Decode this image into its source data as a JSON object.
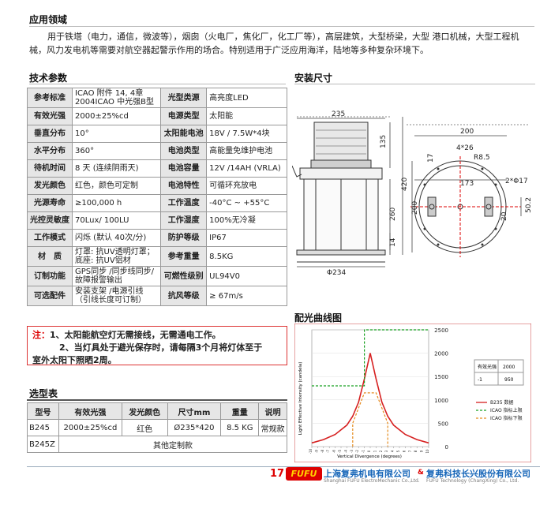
{
  "application": {
    "title": "应用领域",
    "line1": "用于铁塔（电力，通信，微波等），烟囱（火电厂，焦化厂，化工厂等），高层建筑，大型桥梁，大型 港口机械，大型工程机",
    "line2": "械，风力发电机等需要对航空器起警示作用的场合。特别适用于广泛应用海洋，陆地等多种复杂环境下。"
  },
  "tech": {
    "title": "技术参数",
    "rows": [
      {
        "k1": "参考标准",
        "v1a": "ICAO 附件 14, 4章",
        "v1b": "2004ICAO 中光强B型",
        "k2": "光型类源",
        "v2": "高亮度LED"
      },
      {
        "k1": "有效光强",
        "v1a": "2000±25%cd",
        "v1b": "",
        "k2": "电源类型",
        "v2": "太阳能"
      },
      {
        "k1": "垂直分布",
        "v1a": "10°",
        "v1b": "",
        "k2": "太阳能电池",
        "v2": "18V / 7.5W*4块"
      },
      {
        "k1": "水平分布",
        "v1a": "360°",
        "v1b": "",
        "k2": "电池类型",
        "v2": "高能量免维护电池"
      },
      {
        "k1": "待机时间",
        "v1a": "8 天 (连续阴雨天)",
        "v1b": "",
        "k2": "电池容量",
        "v2": "12V /14AH (VRLA)"
      },
      {
        "k1": "发光颜色",
        "v1a": "红色，颜色可定制",
        "v1b": "",
        "k2": "电池特性",
        "v2": "可循环充放电"
      },
      {
        "k1": "光源寿命",
        "v1a": "≥100,000 h",
        "v1b": "",
        "k2": "工作温度",
        "v2": "-40°C ~ +55°C"
      },
      {
        "k1": "光控灵敏度",
        "v1a": "70Lux/ 100LU",
        "v1b": "",
        "k2": "工作湿度",
        "v2": "100%无冷凝"
      },
      {
        "k1": "工作模式",
        "v1a": "闪烁 (默认 40次/分)",
        "v1b": "",
        "k2": "防护等级",
        "v2": "IP67"
      },
      {
        "k1": "材　质",
        "v1a": "灯罩: 抗UV透明灯罩；",
        "v1b": "底座: 抗UV铝材",
        "k2": "参考重量",
        "v2": "8.5KG"
      },
      {
        "k1": "订制功能",
        "v1a": "GPS同步 /同步线同步/",
        "v1b": "故障报警输出",
        "k2": "可燃性级别",
        "v2": "UL94V0"
      },
      {
        "k1": "可选配件",
        "v1a": "安装支架 /电源引线",
        "v1b": "（引线长度可订制）",
        "k2": "抗风等级",
        "v2": "≥ 67m/s"
      }
    ]
  },
  "note": {
    "label": "注：",
    "item1": "1、太阳能航空灯无需接线，无需通电工作。",
    "item2": "2、当灯具处于避光保存时，请每隔3个月将灯体至于",
    "item3": "室外太阳下照晒2周。"
  },
  "selection": {
    "title": "选型表",
    "headers": [
      "型号",
      "有效光强",
      "发光颜色",
      "尺寸mm",
      "重量",
      "说明"
    ],
    "row1": [
      "B245",
      "2000±25%cd",
      "红色",
      "Ø235*420",
      "8.5 KG",
      "常规款"
    ],
    "row2_model": "B245Z",
    "row2_desc": "其他定制款"
  },
  "install": {
    "title": "安装尺寸",
    "dims": {
      "d235": "235",
      "d135": "135",
      "d420": "420",
      "d260": "260",
      "d14": "14",
      "phi234": "Φ234",
      "d200a": "200",
      "d426": "4*26",
      "r85": "R8.5",
      "d17": "17",
      "d173": "173",
      "d200b": "200",
      "d2phi17": "2*Φ17",
      "d502": "50.2",
      "d20": "20"
    }
  },
  "curve": {
    "title": "配光曲线图",
    "ylabel": "Light Effective Intensity (candela)",
    "xlabel": "Vertical Divergence (degrees)",
    "legend_title": "有效光强",
    "legend_value": "2000",
    "legend_minus": "-1",
    "legend_950": "950",
    "series_names": [
      "B235 数据",
      "ICAO 指标上限",
      "ICAO 指标下限"
    ]
  },
  "chart_data": {
    "type": "line",
    "title": "",
    "xlabel": "Vertical Divergence (degrees)",
    "ylabel": "",
    "xlim": [
      -10,
      10
    ],
    "ylim": [
      0,
      2500
    ],
    "x_ticks": [
      "-10",
      "-9",
      "-8",
      "-7",
      "-6",
      "-5",
      "-4",
      "-3",
      "-2",
      "-1",
      "0",
      "1",
      "2",
      "3",
      "4",
      "5",
      "6",
      "7",
      "8",
      "9",
      "10"
    ],
    "y_ticks": [
      0,
      500,
      1000,
      1500,
      2000,
      2500
    ],
    "series": [
      {
        "name": "B235 数据",
        "color": "#d62020",
        "style": "solid",
        "x": [
          -10,
          -8,
          -6,
          -4,
          -3,
          -2,
          -1,
          0,
          1,
          2,
          3,
          4,
          6,
          8,
          10
        ],
        "y": [
          80,
          150,
          260,
          460,
          650,
          950,
          1450,
          2000,
          1450,
          950,
          650,
          460,
          260,
          150,
          80
        ]
      },
      {
        "name": "ICAO 指标上限",
        "color": "#18a020",
        "style": "dash",
        "x": [
          -10,
          -1,
          -1,
          10
        ],
        "y": [
          1300,
          1300,
          2500,
          2500
        ]
      },
      {
        "name": "ICAO 指标下限",
        "color": "#e58a1c",
        "style": "dash",
        "x": [
          -3,
          -3,
          -1,
          0,
          1,
          3,
          3
        ],
        "y": [
          0,
          500,
          1150,
          1150,
          1150,
          500,
          0
        ]
      }
    ]
  },
  "footer": {
    "page": "17",
    "brand": "FUFU",
    "company_cn": "上海复弗机电有限公司",
    "company_en": "Shanghai FUFU ElectroMechanic Co.,Ltd.",
    "amp": "&",
    "company2_cn": "复弗科技长兴股份有限公司",
    "company2_en": "FUFU Technology (ChangXing) Co., Ltd."
  },
  "colors": {
    "accent_red": "#d00000",
    "footer_blue": "#1565b8",
    "curve_red": "#d62020"
  }
}
